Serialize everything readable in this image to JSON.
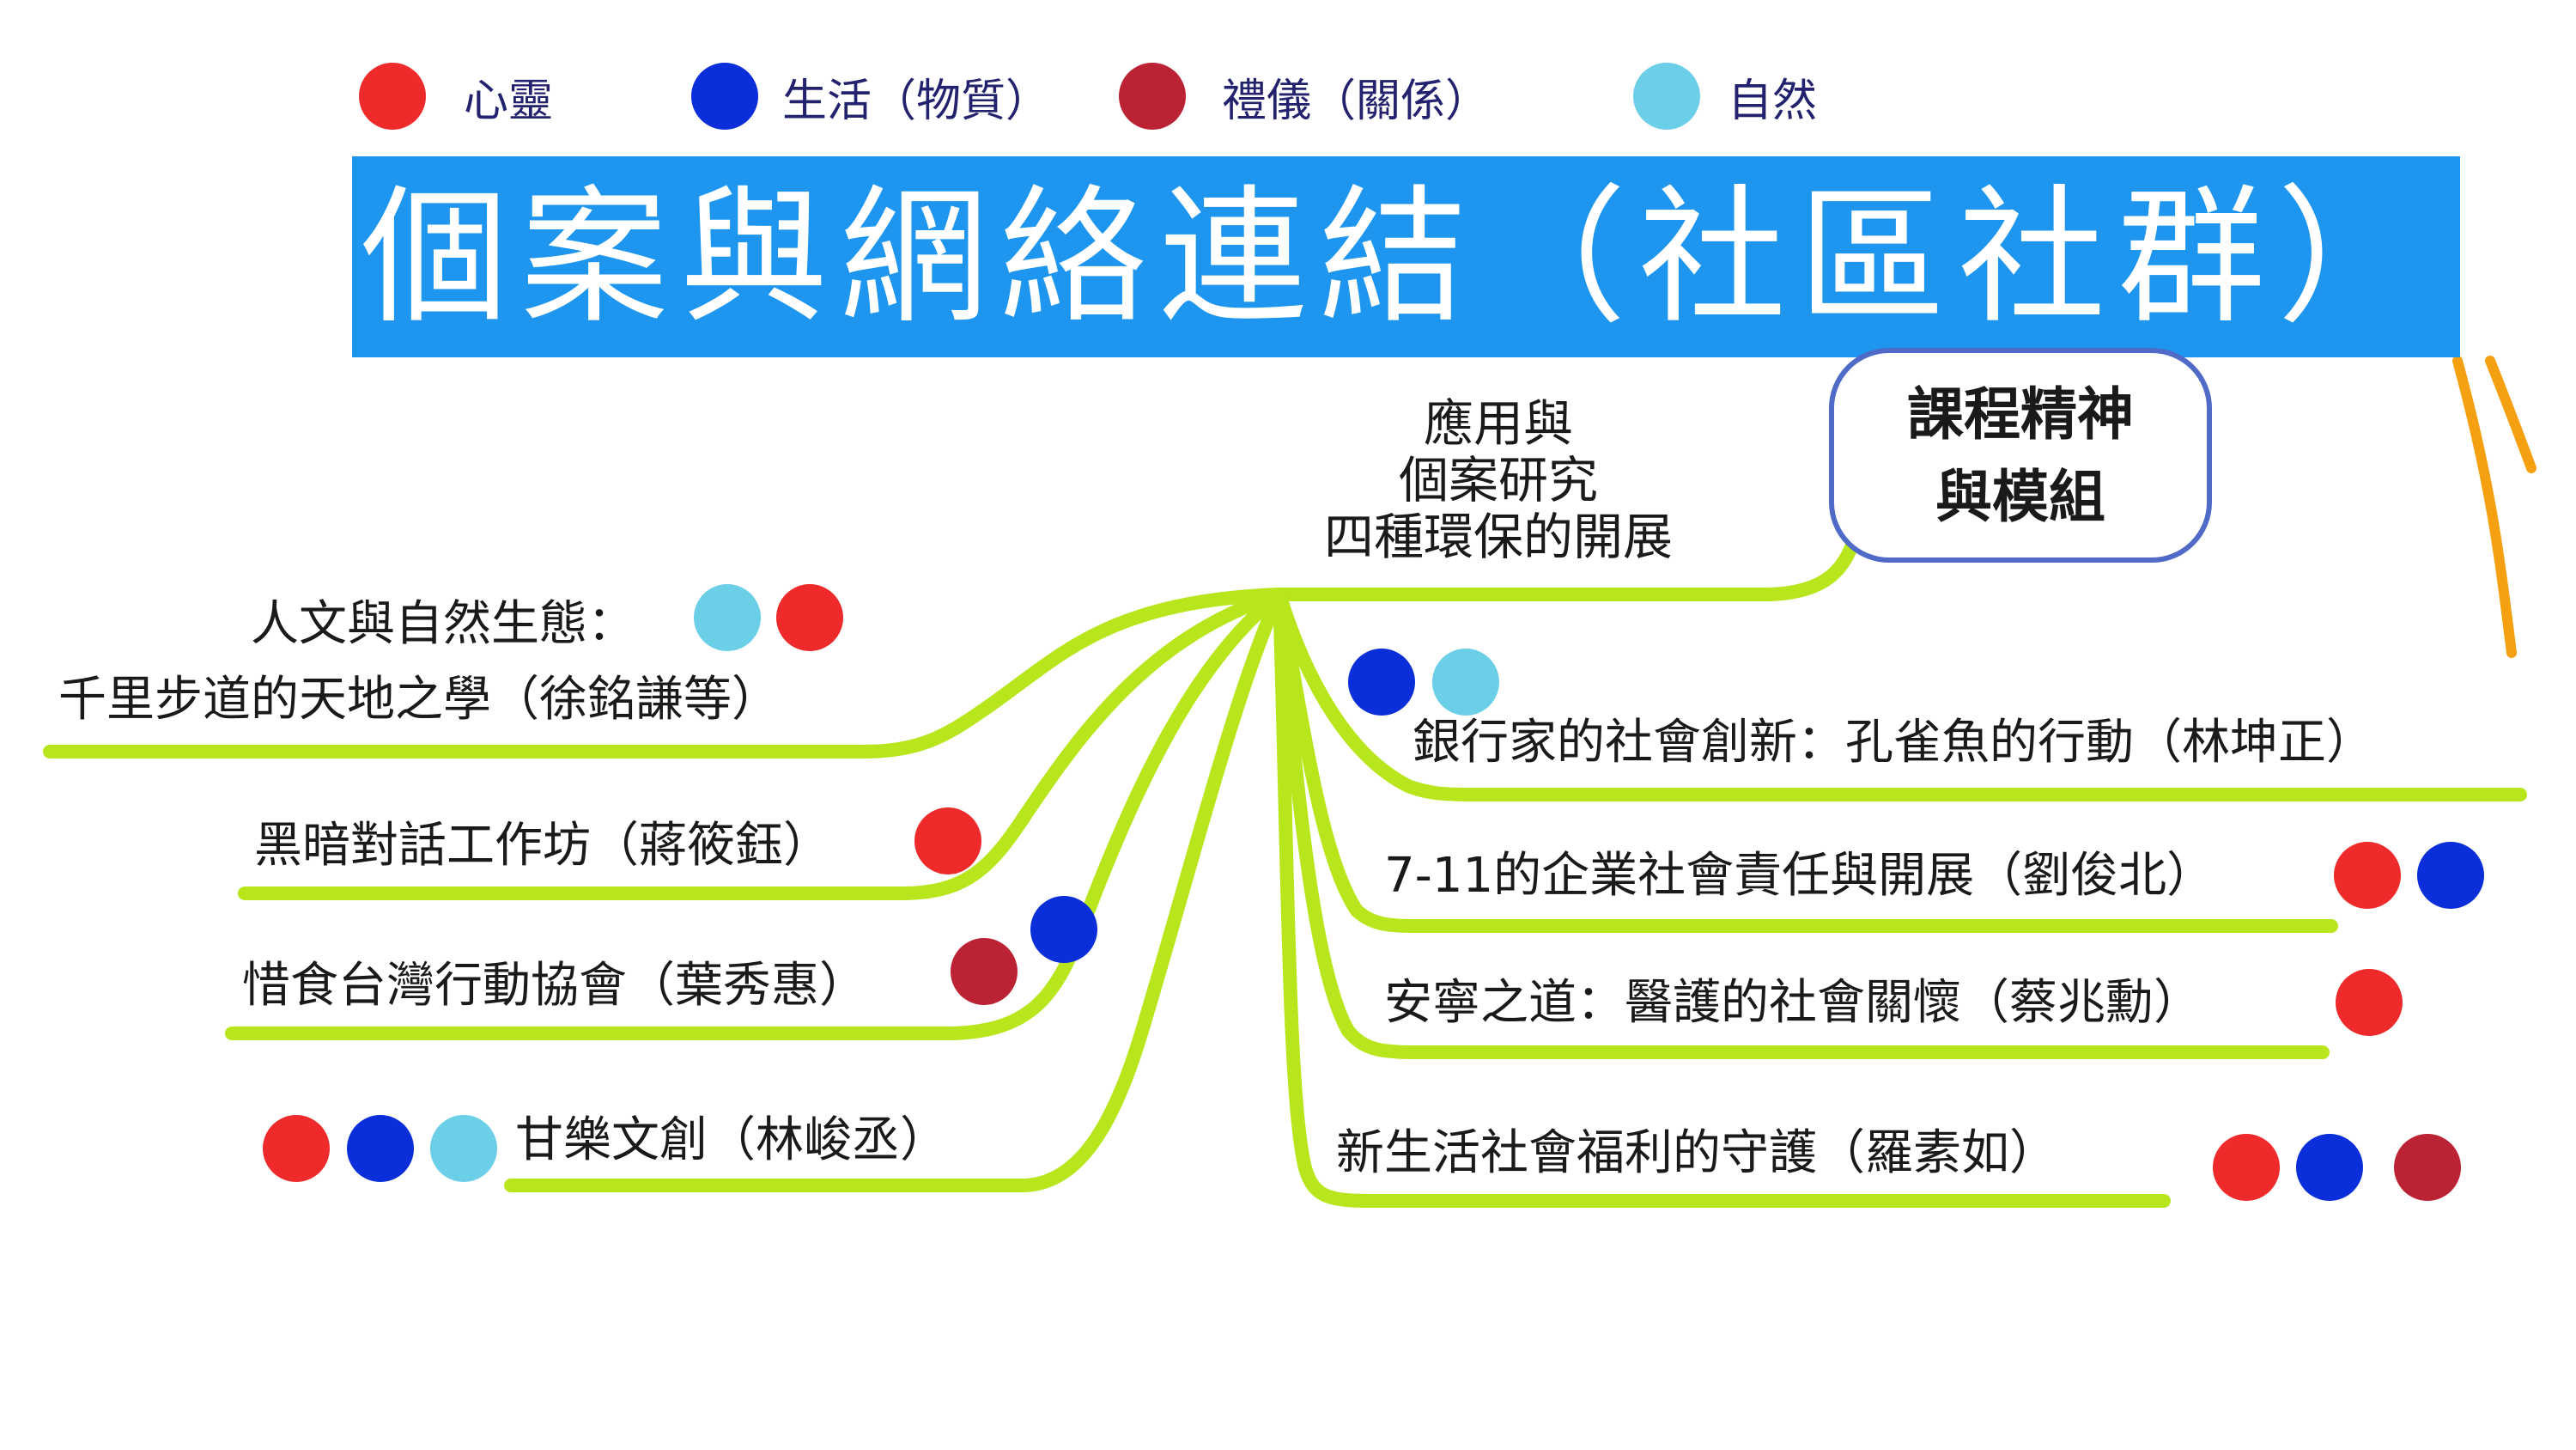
{
  "colors": {
    "spirit": "#ee2a2a",
    "life": "#0a2ed9",
    "etiquette": "#bb2233",
    "nature": "#6ccfe8",
    "branch": "#b7e61c",
    "orange": "#f5a011",
    "banner": "#1e96f0"
  },
  "legend": [
    {
      "key": "spirit",
      "label": "心靈"
    },
    {
      "key": "life",
      "label": "生活（物質）"
    },
    {
      "key": "etiquette",
      "label": "禮儀（關係）"
    },
    {
      "key": "nature",
      "label": "自然"
    }
  ],
  "title": "個案與網絡連結（社區社群）",
  "center": {
    "line1": "應用與",
    "line2": "個案研究",
    "line3": "四種環保的開展"
  },
  "course_box": {
    "line1": "課程精神",
    "line2": "與模組"
  },
  "left_branches": [
    {
      "line1": "人文與自然生態：",
      "line2": "千里步道的天地之學（徐銘謙等）",
      "tags": [
        "nature",
        "spirit"
      ]
    },
    {
      "label": "黑暗對話工作坊（蔣筱鈺）",
      "tags": [
        "spirit"
      ]
    },
    {
      "label": "惜食台灣行動協會（葉秀惠）",
      "tags": [
        "etiquette",
        "life"
      ]
    },
    {
      "label": "甘樂文創（林峻丞）",
      "tags": [
        "spirit",
        "life",
        "nature"
      ]
    }
  ],
  "right_branches": [
    {
      "label": "銀行家的社會創新：孔雀魚的行動（林坤正）",
      "tags": [
        "life",
        "nature"
      ]
    },
    {
      "label": "7-11的企業社會責任與開展（劉俊北）",
      "tags": [
        "spirit",
        "life"
      ]
    },
    {
      "label": "安寧之道：醫護的社會關懷（蔡兆勳）",
      "tags": [
        "spirit"
      ]
    },
    {
      "label": "新生活社會福利的守護（羅素如）",
      "tags": [
        "spirit",
        "life",
        "etiquette"
      ]
    }
  ]
}
